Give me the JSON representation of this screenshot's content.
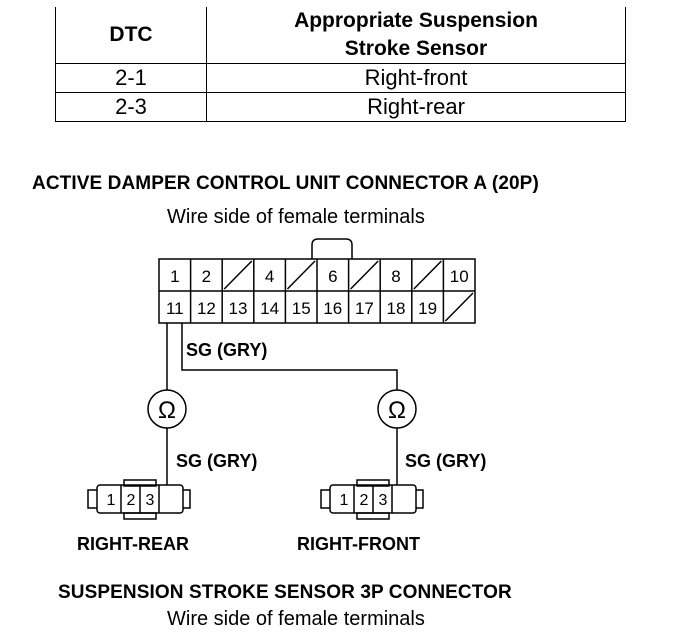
{
  "table": {
    "headers": [
      "DTC",
      "Appropriate Suspension\nStroke Sensor"
    ],
    "header_line1": "Appropriate Suspension",
    "header_line2": "Stroke Sensor",
    "rows": [
      {
        "dtc": "2-1",
        "sensor": "Right-front"
      },
      {
        "dtc": "2-3",
        "sensor": "Right-rear"
      }
    ]
  },
  "control_unit": {
    "title": "ACTIVE DAMPER CONTROL UNIT CONNECTOR A (20P)",
    "subtitle": "Wire side of female terminals",
    "top_row": [
      "1",
      "2",
      "",
      "4",
      "",
      "6",
      "",
      "8",
      "",
      "10"
    ],
    "bottom_row": [
      "11",
      "12",
      "13",
      "14",
      "15",
      "16",
      "17",
      "18",
      "19",
      ""
    ],
    "wire_label": "SG (GRY)"
  },
  "sensors": {
    "rear": {
      "label": "RIGHT-REAR",
      "wire_label": "SG (GRY)",
      "pins": [
        "1",
        "2",
        "3"
      ]
    },
    "front": {
      "label": "RIGHT-FRONT",
      "wire_label": "SG (GRY)",
      "pins": [
        "1",
        "2",
        "3"
      ]
    },
    "ohm_symbol": "Ω"
  },
  "footer": {
    "title": "SUSPENSION STROKE SENSOR 3P CONNECTOR",
    "subtitle": "Wire side of female terminals"
  }
}
